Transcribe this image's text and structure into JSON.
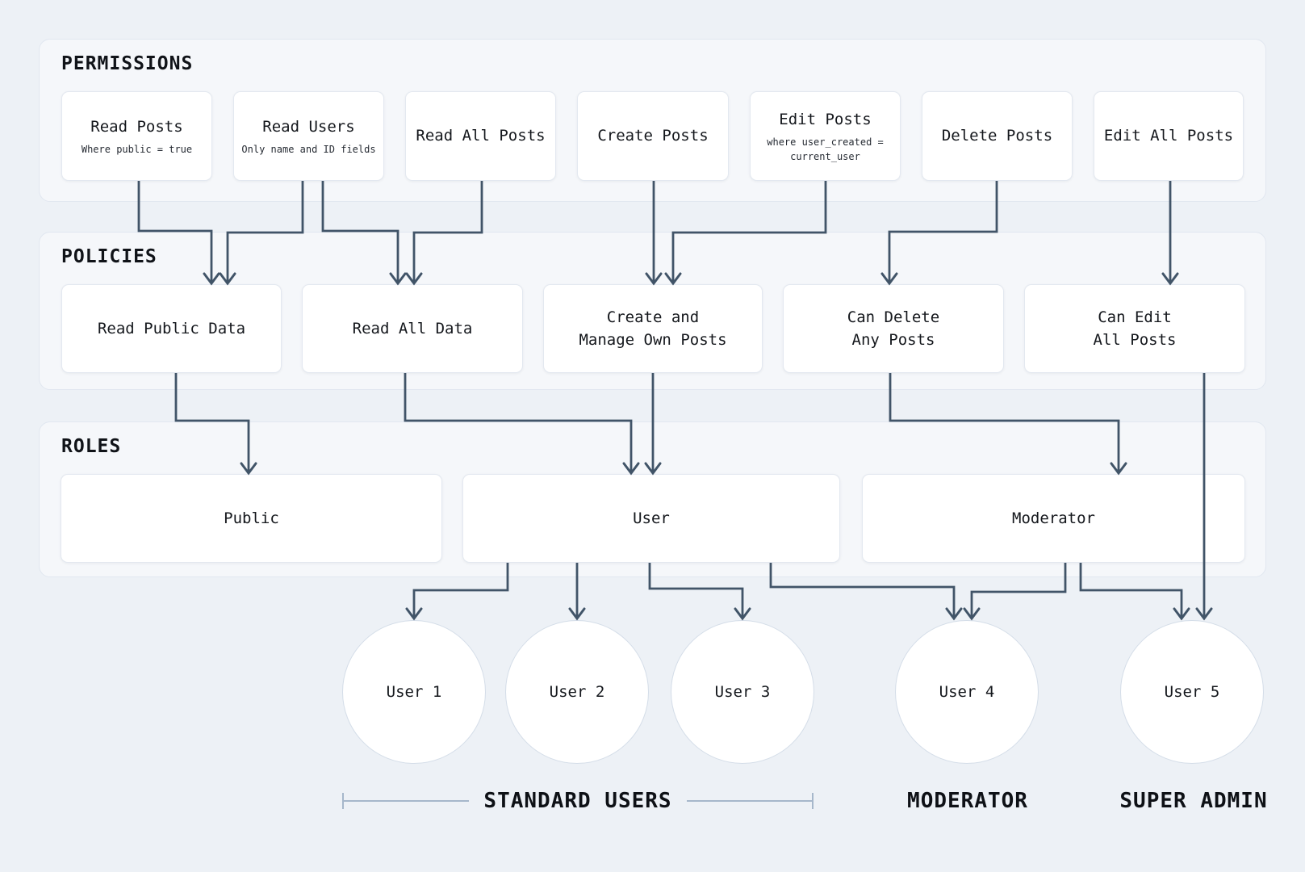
{
  "sections": {
    "permissions": {
      "title": "PERMISSIONS",
      "boxes": [
        {
          "id": "read-posts",
          "label": "Read Posts",
          "sub": "Where public = true"
        },
        {
          "id": "read-users",
          "label": "Read Users",
          "sub": "Only name and ID fields"
        },
        {
          "id": "read-all-posts",
          "label": "Read All Posts"
        },
        {
          "id": "create-posts",
          "label": "Create Posts"
        },
        {
          "id": "edit-posts",
          "label": "Edit Posts",
          "sub": "where user_created =\ncurrent_user"
        },
        {
          "id": "delete-posts",
          "label": "Delete Posts"
        },
        {
          "id": "edit-all-posts",
          "label": "Edit All Posts"
        }
      ]
    },
    "policies": {
      "title": "POLICIES",
      "boxes": [
        {
          "id": "read-public-data",
          "label": "Read Public Data"
        },
        {
          "id": "read-all-data",
          "label": "Read All Data"
        },
        {
          "id": "create-and-manage-own-posts",
          "label": "Create and\nManage Own Posts"
        },
        {
          "id": "can-delete-any-posts",
          "label": "Can Delete\nAny Posts"
        },
        {
          "id": "can-edit-all-posts",
          "label": "Can Edit\nAll Posts"
        }
      ]
    },
    "roles": {
      "title": "ROLES",
      "boxes": [
        {
          "id": "public",
          "label": "Public"
        },
        {
          "id": "user",
          "label": "User"
        },
        {
          "id": "moderator",
          "label": "Moderator"
        }
      ]
    }
  },
  "users": [
    {
      "id": "user-1",
      "label": "User 1"
    },
    {
      "id": "user-2",
      "label": "User 2"
    },
    {
      "id": "user-3",
      "label": "User 3"
    },
    {
      "id": "user-4",
      "label": "User 4"
    },
    {
      "id": "user-5",
      "label": "User 5"
    }
  ],
  "groups": [
    {
      "id": "standard-users",
      "label": "STANDARD USERS"
    },
    {
      "id": "moderator",
      "label": "MODERATOR"
    },
    {
      "id": "super-admin",
      "label": "SUPER ADMIN"
    }
  ],
  "edges": [
    {
      "from": "read-posts",
      "to": "read-public-data"
    },
    {
      "from": "read-users",
      "to": "read-public-data"
    },
    {
      "from": "read-users",
      "to": "read-all-data"
    },
    {
      "from": "read-all-posts",
      "to": "read-all-data"
    },
    {
      "from": "create-posts",
      "to": "create-and-manage-own-posts"
    },
    {
      "from": "edit-posts",
      "to": "create-and-manage-own-posts"
    },
    {
      "from": "delete-posts",
      "to": "can-delete-any-posts"
    },
    {
      "from": "edit-all-posts",
      "to": "can-edit-all-posts"
    },
    {
      "from": "read-public-data",
      "to": "public"
    },
    {
      "from": "read-all-data",
      "to": "user"
    },
    {
      "from": "create-and-manage-own-posts",
      "to": "user"
    },
    {
      "from": "can-delete-any-posts",
      "to": "moderator"
    },
    {
      "from": "can-edit-all-posts",
      "to": "user-5"
    },
    {
      "from": "user",
      "to": "user-1"
    },
    {
      "from": "user",
      "to": "user-2"
    },
    {
      "from": "user",
      "to": "user-3"
    },
    {
      "from": "user",
      "to": "user-4"
    },
    {
      "from": "moderator",
      "to": "user-4"
    },
    {
      "from": "moderator",
      "to": "user-5"
    }
  ],
  "colors": {
    "bg": "#edf1f6",
    "container-bg": "#f5f7fa",
    "container-border": "#e1e7f0",
    "box-bg": "#ffffff",
    "box-border": "#e3e8f0",
    "circle-border": "#d4dde8",
    "edge": "#415468",
    "text": "#14171c",
    "rule": "#a6b7cb"
  }
}
